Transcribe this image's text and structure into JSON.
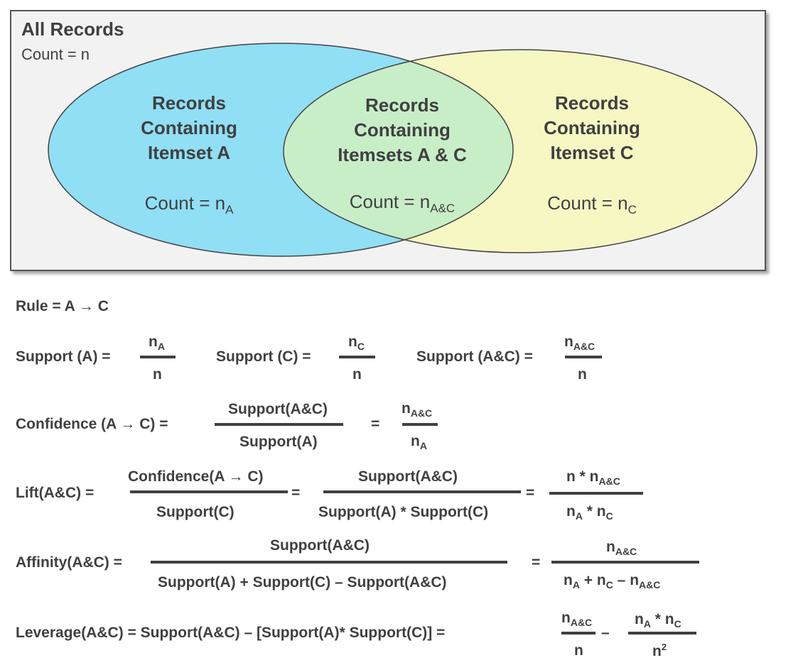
{
  "venn": {
    "title": "All Records",
    "total_count": "Count = n",
    "set_a": {
      "lines": [
        "Records",
        "Containing",
        "Itemset  A"
      ],
      "count_base": "Count = n",
      "count_sub": "A",
      "color": "#90dff5"
    },
    "intersection": {
      "lines": [
        "Records",
        "Containing",
        "Itemsets  A & C"
      ],
      "count_base": "Count = n",
      "count_sub": "A&C",
      "color": "#c8eec8"
    },
    "set_c": {
      "lines": [
        "Records",
        "Containing",
        "Itemset  C"
      ],
      "count_base": "Count = n",
      "count_sub": "C",
      "color": "#f7f7c4"
    }
  },
  "formulas": {
    "rule": "Rule = A → C",
    "support_a": {
      "label": "Support (A) =",
      "num": "n",
      "num_sub": "A",
      "den": "n"
    },
    "support_c": {
      "label": "Support (C) =",
      "num": "n",
      "num_sub": "C",
      "den": "n"
    },
    "support_ac": {
      "label": "Support (A&C) =",
      "num": "n",
      "num_sub": "A&C",
      "den": "n"
    },
    "confidence": {
      "label": "Confidence (A → C)  =",
      "num": "Support(A&C)",
      "den": "Support(A)",
      "eq": "=",
      "num2": "n",
      "num2_sub": "A&C",
      "den2": "n",
      "den2_sub": "A"
    },
    "lift": {
      "label": "Lift(A&C)  =",
      "num1": "Confidence(A → C)",
      "den1": "Support(C)",
      "eq1": "=",
      "num2": "Support(A&C)",
      "den2": "Support(A)  * Support(C)",
      "eq2": "=",
      "num3a": "n * n",
      "num3_sub": "A&C",
      "den3a": "n",
      "den3a_sub": "A",
      "den3b": " * n",
      "den3b_sub": "C"
    },
    "affinity": {
      "label": "Affinity(A&C)  =",
      "num1": "Support(A&C)",
      "den1": "Support(A)  + Support(C)  – Support(A&C)",
      "eq": "=",
      "num2": "n",
      "num2_sub": "A&C",
      "d_a": "n",
      "d_a_sub": "A",
      "d_b": " + n",
      "d_b_sub": "C",
      "d_c": " – n",
      "d_c_sub": "A&C"
    },
    "leverage": {
      "label": "Leverage(A&C) =  Support(A&C) – [Support(A)*  Support(C)]   =",
      "num1": "n",
      "num1_sub": "A&C",
      "den1": "n",
      "minus": "–",
      "num2a": "n",
      "num2a_sub": "A",
      "num2b": " * n",
      "num2b_sub": "C",
      "den2": "n",
      "den2_sup": "2"
    }
  }
}
